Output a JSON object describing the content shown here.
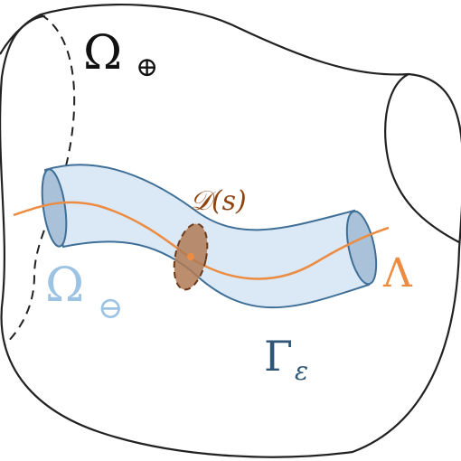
{
  "labels": {
    "omega_plus": {
      "main": "Ω",
      "sub": "⊕"
    },
    "omega_minus": {
      "main": "Ω",
      "sub": "⊖"
    },
    "cross_section": "𝒟(s)",
    "centerline": "Λ",
    "tube_surface": {
      "main": "Γ",
      "sub": "ε"
    }
  },
  "colors": {
    "outline": "#222222",
    "tube_fill": "#dbe8f5",
    "tube_stroke": "#3f6f97",
    "end_cap_fill": "#a9c2da",
    "centerline": "#ec8c43",
    "cross_section_fill": "#b07a55",
    "cross_section_stroke": "#6b3a1a",
    "cross_section_label": "#8b4513",
    "omega_minus_label": "#9cc3e3",
    "gamma_label": "#2f5677",
    "lambda_label": "#ec8c43"
  }
}
